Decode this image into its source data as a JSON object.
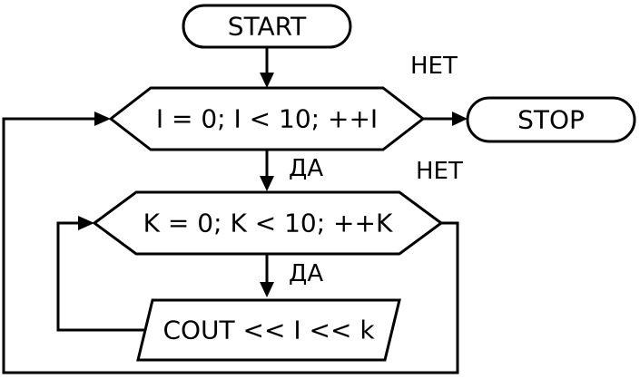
{
  "diagram": {
    "nodes": {
      "start": {
        "label": "START"
      },
      "outer_loop": {
        "label": "I = 0; I < 10; ++I"
      },
      "stop": {
        "label": "STOP"
      },
      "inner_loop": {
        "label": "K = 0; K < 10; ++K"
      },
      "output": {
        "label": "COUT << I << k"
      }
    },
    "edge_labels": {
      "outer_no": "НЕТ",
      "outer_yes": "ДА",
      "inner_no": "НЕТ",
      "inner_yes": "ДА"
    },
    "colors": {
      "stroke": "#000000",
      "background": "#ffffff"
    }
  }
}
